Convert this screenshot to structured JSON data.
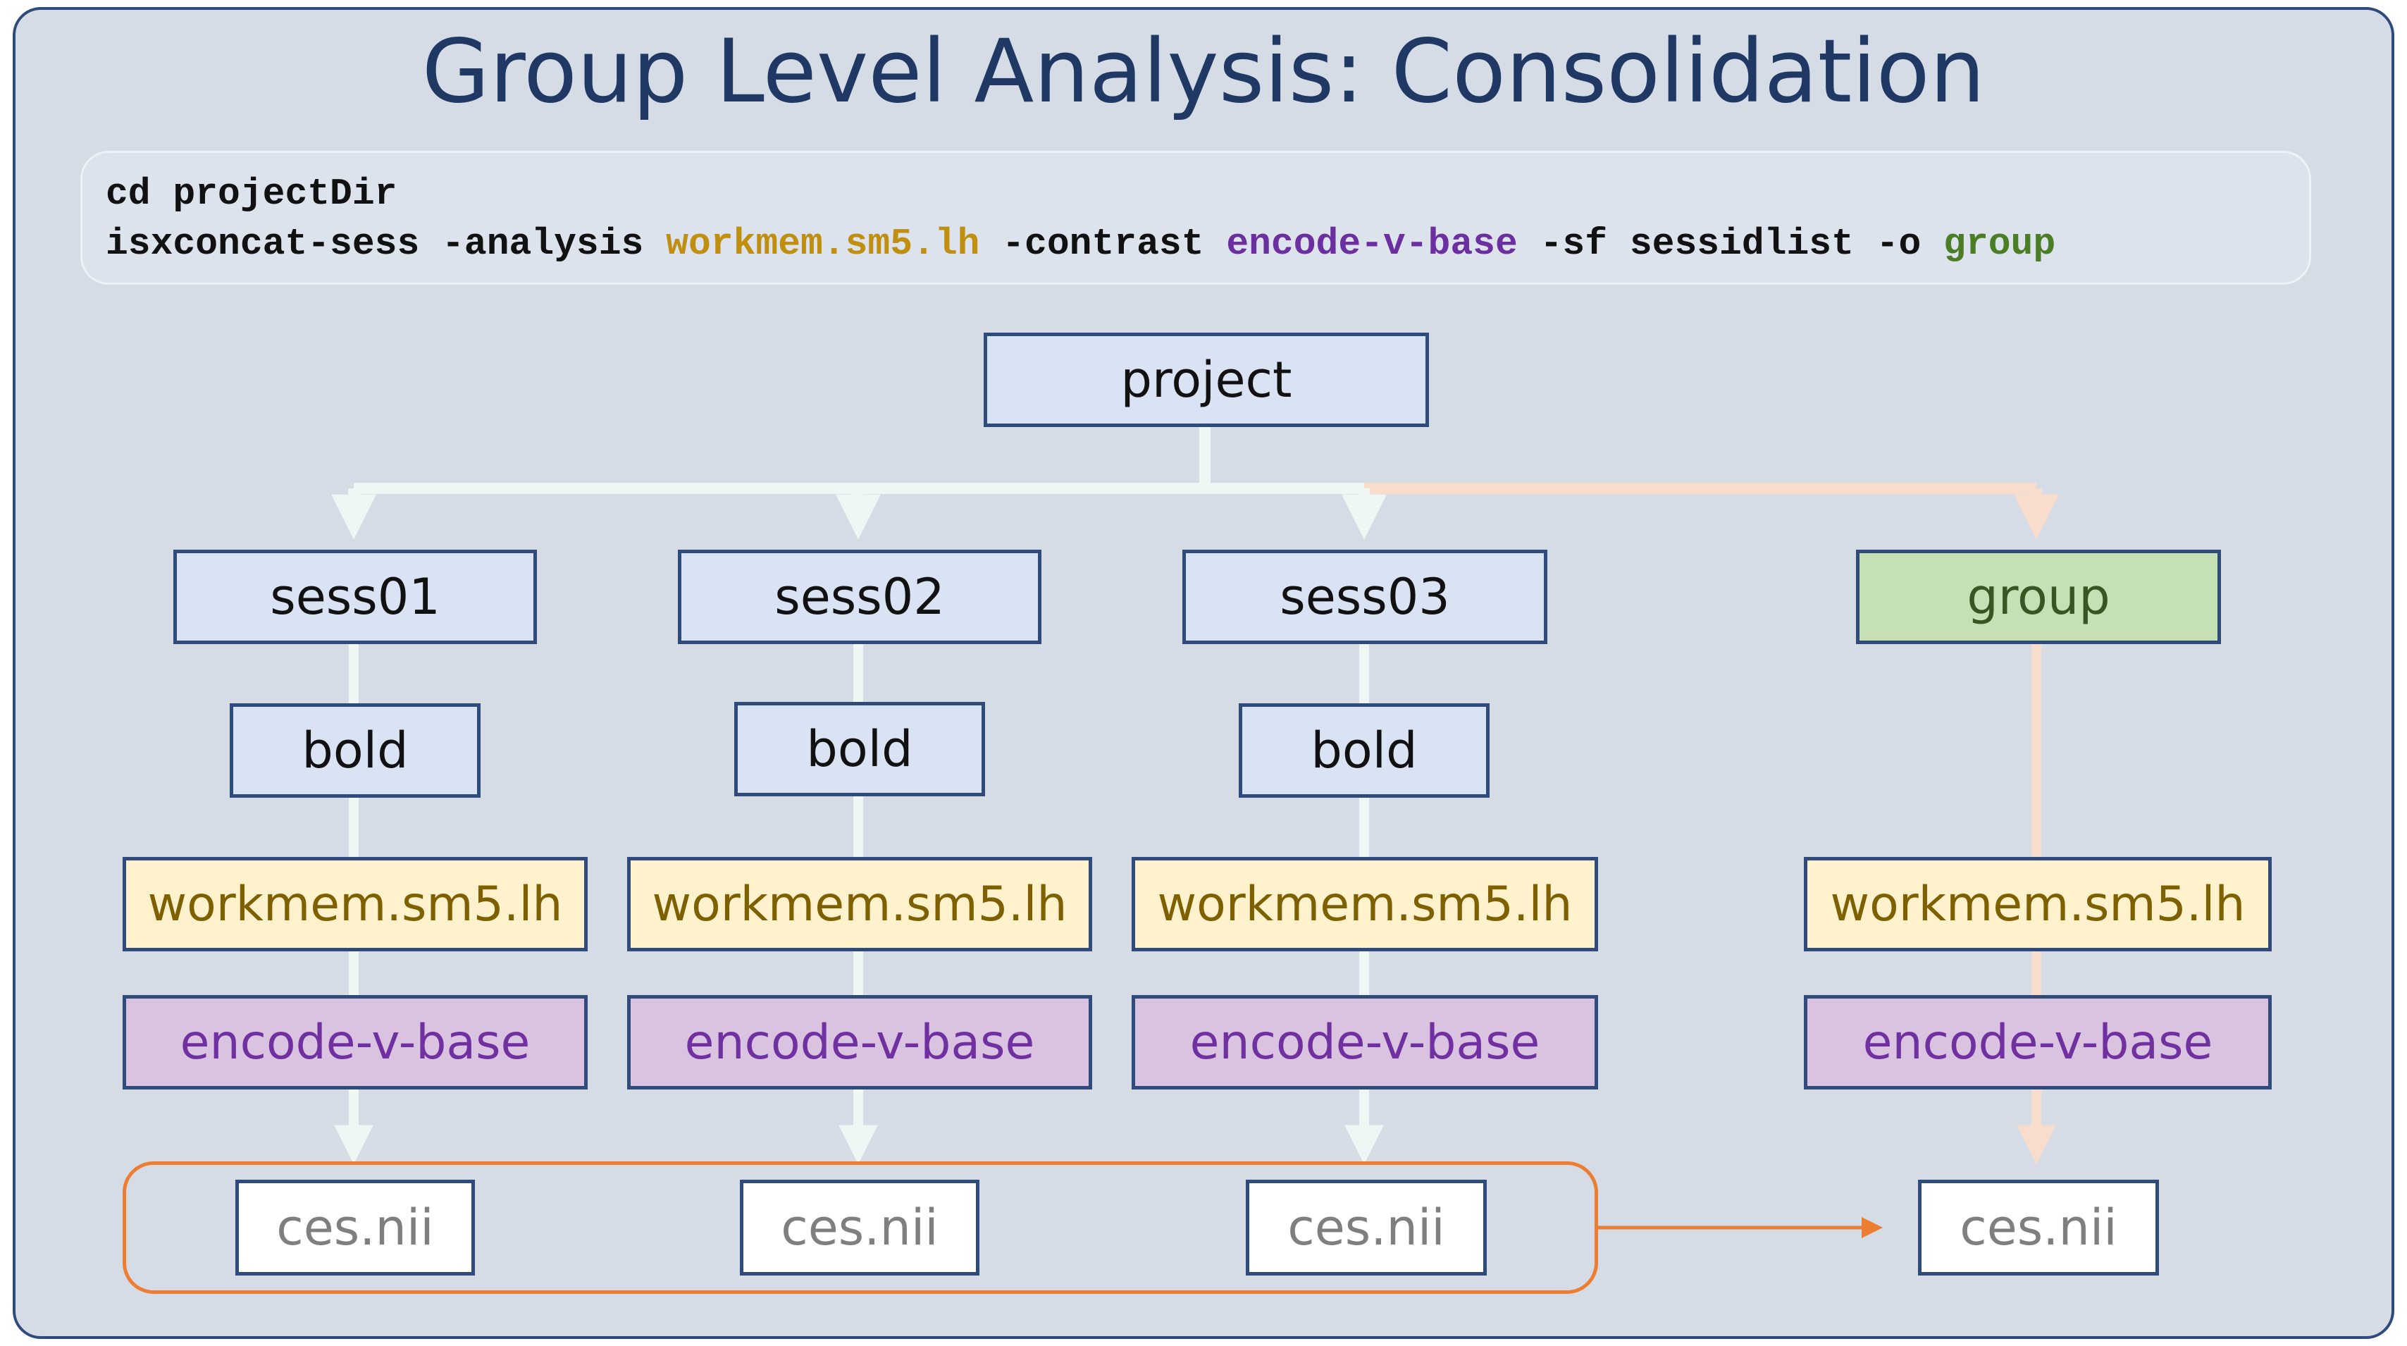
{
  "title": "Group Level Analysis: Consolidation",
  "command": {
    "line1": "cd projectDir",
    "cmd": "isxconcat-sess",
    "analysis_flag": "-analysis",
    "analysis": "workmem.sm5.lh",
    "contrast_flag": "-contrast",
    "contrast": "encode-v-base",
    "sf_flag": "-sf",
    "sessid": "sessidlist",
    "out_flag": "-o",
    "output": "group"
  },
  "tree": {
    "root": "project",
    "sessions": [
      {
        "name": "sess01",
        "bold": "bold",
        "analysis": "workmem.sm5.lh",
        "contrast": "encode-v-base",
        "file": "ces.nii"
      },
      {
        "name": "sess02",
        "bold": "bold",
        "analysis": "workmem.sm5.lh",
        "contrast": "encode-v-base",
        "file": "ces.nii"
      },
      {
        "name": "sess03",
        "bold": "bold",
        "analysis": "workmem.sm5.lh",
        "contrast": "encode-v-base",
        "file": "ces.nii"
      }
    ],
    "group": {
      "name": "group",
      "analysis": "workmem.sm5.lh",
      "contrast": "encode-v-base",
      "file": "ces.nii"
    }
  },
  "colors": {
    "background": "#d5dce6",
    "frame": "#2f4b7c",
    "title": "#1f3864",
    "analysis": "#c08f10",
    "contrast": "#7030a0",
    "group": "#4a7e24",
    "session_wire": "#eef7f3",
    "group_wire": "#f8dccc",
    "consolidate": "#ed7d31"
  }
}
